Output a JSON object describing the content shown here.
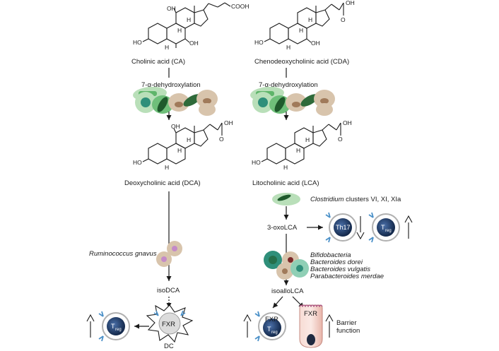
{
  "left_column": {
    "cholic_acid": {
      "name": "Cholinic acid (CA)",
      "atoms": {
        "oh_top": "OH",
        "cooh": "COOH",
        "ho_left": "HO",
        "oh_bottom": "OH",
        "h1": "H",
        "h2": "H",
        "h3": "H"
      }
    },
    "step": "7-α-dehydroxylation",
    "deoxycholic_acid": {
      "name": "Deoxycholinic acid (DCA)",
      "atoms": {
        "oh_top": "OH",
        "oh_acid": "OH",
        "o": "O",
        "ho_left": "HO",
        "h1": "H",
        "h2": "H",
        "h3": "H"
      }
    },
    "bacterium": "Ruminococcus gnavus",
    "product": "isoDCA",
    "dc_receptor": "FXR",
    "dc_label": "DC",
    "treg_main": "T",
    "treg_sub": "reg"
  },
  "right_column": {
    "cdca": {
      "name": "Chenodeoxycholinic acid (CDA)",
      "atoms": {
        "oh_acid": "OH",
        "o": "O",
        "ho_left": "HO",
        "oh_bottom": "OH",
        "h1": "H",
        "h2": "H",
        "h3": "H"
      }
    },
    "step": "7-α-dehydroxylation",
    "lca": {
      "name": "Litocholinic acid (LCA)",
      "atoms": {
        "oh_acid": "OH",
        "o": "O",
        "ho_left": "HO",
        "h1": "H",
        "h2": "H",
        "h3": "H"
      }
    },
    "clostridium_genus": "Clostridium",
    "clostridium_rest": " clusters VI, XI, XIa",
    "oxo": "3-oxoLCA",
    "th17": "Th17",
    "treg_main": "T",
    "treg_sub": "reg",
    "bacteria_list": [
      "Bifidobacteria",
      "Bacteroides dorei",
      "Bacteroides vulgatis",
      "Parabacteroides merdae"
    ],
    "isoallo": "isoalloLCA",
    "fxr_cell": "FXR",
    "fxr_epi": "FXR",
    "barrier": [
      "Barrier",
      "function"
    ]
  },
  "colors": {
    "green_light": "#b9dfb9",
    "green_mid": "#6fbf7a",
    "green_dark": "#1f5a2c",
    "tan": "#d8c4ac",
    "tan_dark": "#a07a5a",
    "teal": "#2f8f7a",
    "purple": "#c48ac8",
    "treg_blue": "#1f3f70",
    "receptor_blue": "#4a90c8",
    "epithelial_pink": "#f3d0c8"
  }
}
